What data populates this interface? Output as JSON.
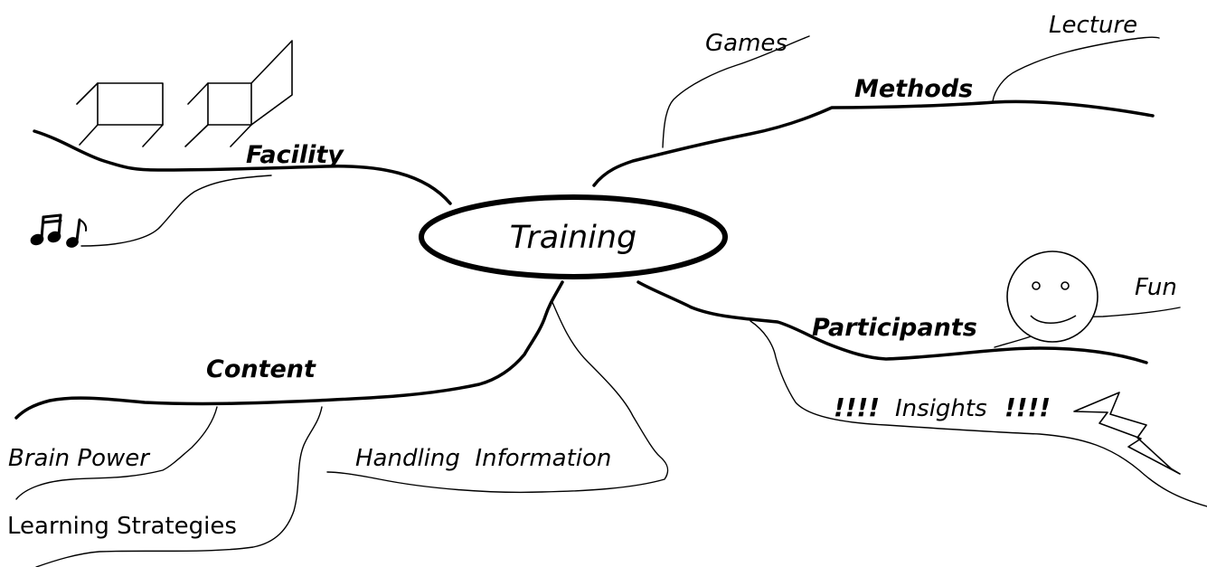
{
  "center": {
    "label": "Training"
  },
  "branches": {
    "facility": {
      "label": "Facility"
    },
    "methods": {
      "label": "Methods",
      "children": {
        "games": "Games",
        "lecture": "Lecture"
      }
    },
    "participants": {
      "label": "Participants",
      "children": {
        "fun": "Fun"
      }
    },
    "content": {
      "label": "Content",
      "children": {
        "brain_power": "Brain Power",
        "learning_strategies": "Learning Strategies",
        "handling_information": "Handling  Information"
      }
    },
    "insights": {
      "label": "Insights",
      "emphasis": "!!!!"
    }
  },
  "icons": [
    "music-notes-icon",
    "chairs-icon",
    "smiley-face-icon",
    "lightning-bolt-icon"
  ]
}
